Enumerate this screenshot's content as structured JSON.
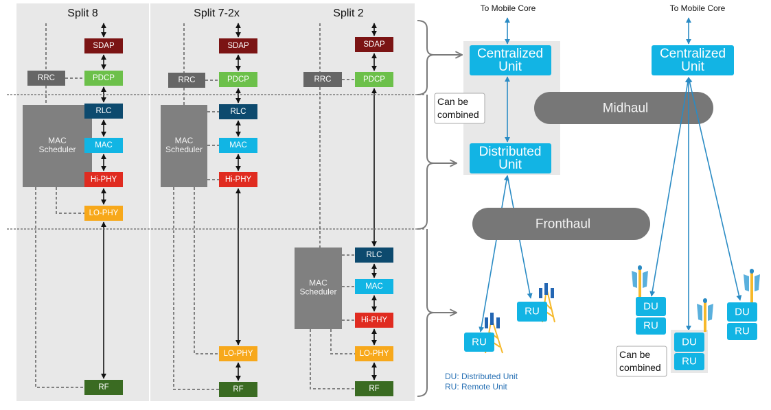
{
  "splits": [
    {
      "title": "Split 8",
      "rrc": "RRC",
      "scheduler": [
        "MAC",
        "Scheduler"
      ],
      "blocks": [
        {
          "key": "sdap",
          "label": "SDAP"
        },
        {
          "key": "pdcp",
          "label": "PDCP"
        },
        {
          "key": "rlc",
          "label": "RLC"
        },
        {
          "key": "mac",
          "label": "MAC"
        },
        {
          "key": "hiphy",
          "label": "Hi-PHY"
        },
        {
          "key": "lophy",
          "label": "LO-PHY"
        },
        {
          "key": "rf",
          "label": "RF"
        }
      ]
    },
    {
      "title": "Split 7-2x",
      "rrc": "RRC",
      "scheduler": [
        "MAC",
        "Scheduler"
      ],
      "blocks": [
        {
          "key": "sdap",
          "label": "SDAP"
        },
        {
          "key": "pdcp",
          "label": "PDCP"
        },
        {
          "key": "rlc",
          "label": "RLC"
        },
        {
          "key": "mac",
          "label": "MAC"
        },
        {
          "key": "hiphy",
          "label": "Hi-PHY"
        },
        {
          "key": "lophy",
          "label": "LO-PHY"
        },
        {
          "key": "rf",
          "label": "RF"
        }
      ]
    },
    {
      "title": "Split 2",
      "rrc": "RRC",
      "scheduler": [
        "MAC",
        "Scheduler"
      ],
      "blocks": [
        {
          "key": "sdap",
          "label": "SDAP"
        },
        {
          "key": "pdcp",
          "label": "PDCP"
        },
        {
          "key": "rlc",
          "label": "RLC"
        },
        {
          "key": "mac",
          "label": "MAC"
        },
        {
          "key": "hiphy",
          "label": "Hi-PHY"
        },
        {
          "key": "lophy",
          "label": "LO-PHY"
        },
        {
          "key": "rf",
          "label": "RF"
        }
      ]
    }
  ],
  "colors": {
    "sdap": "#7b1414",
    "pdcp": "#6cc04a",
    "rlc": "#0d4a6e",
    "mac": "#11b5e4",
    "hiphy": "#e02b20",
    "lophy": "#f7a81b",
    "rf": "#3a6b22",
    "rrc": "#666666",
    "scheduler": "#808080",
    "unit": "#12b4e4",
    "pill": "#777777",
    "link": "#2a8bc4",
    "legend": "#2a72b5",
    "tower": "#f6b92b",
    "antenna": "#2366b3"
  },
  "deployment_left": {
    "core_label": "To Mobile Core",
    "cu": [
      "Centralized",
      "Unit"
    ],
    "du": [
      "Distributed",
      "Unit"
    ],
    "combined_note": [
      "Can be",
      "combined"
    ],
    "ru_labels": [
      "RU",
      "RU"
    ]
  },
  "deployment_right": {
    "core_label": "To Mobile Core",
    "cu": [
      "Centralized",
      "Unit"
    ],
    "sites": [
      {
        "du": "DU",
        "ru": "RU"
      },
      {
        "du": "DU",
        "ru": "RU"
      },
      {
        "du": "DU",
        "ru": "RU"
      }
    ],
    "combined_note": [
      "Can be",
      "combined"
    ]
  },
  "transport": {
    "midhaul": "Midhaul",
    "fronthaul": "Fronthaul"
  },
  "legend": [
    "DU: Distributed Unit",
    "RU: Remote Unit"
  ]
}
